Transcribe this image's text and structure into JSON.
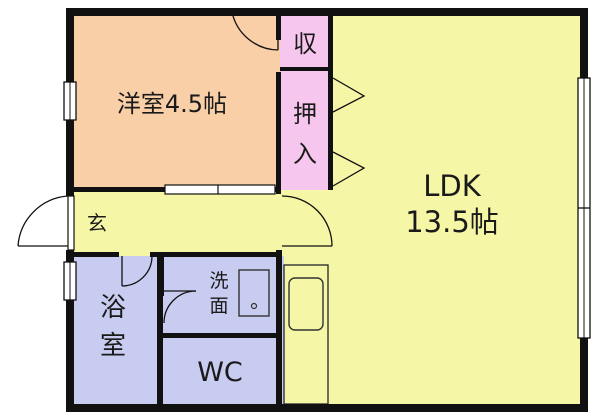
{
  "rooms": {
    "western_room": {
      "name": "洋室",
      "size": "4.5帖",
      "color": "#F9CFA8"
    },
    "ldk": {
      "name": "LDK",
      "size": "13.5帖",
      "color": "#F5F7A6"
    },
    "storage": {
      "label": "収",
      "color": "#F6C6EE"
    },
    "closet": {
      "line1": "押",
      "line2": "入",
      "color": "#F6C6EE"
    },
    "entrance": {
      "label": "玄",
      "color": "#F5F7A6"
    },
    "bath": {
      "line1": "浴",
      "line2": "室",
      "color": "#C9CCF1"
    },
    "washroom": {
      "line1": "洗",
      "line2": "面",
      "color": "#C9CCF1"
    },
    "wc": {
      "label": "WC",
      "color": "#C9CCF1"
    }
  },
  "colors": {
    "wall": "#111111",
    "window": "#ffffff"
  }
}
